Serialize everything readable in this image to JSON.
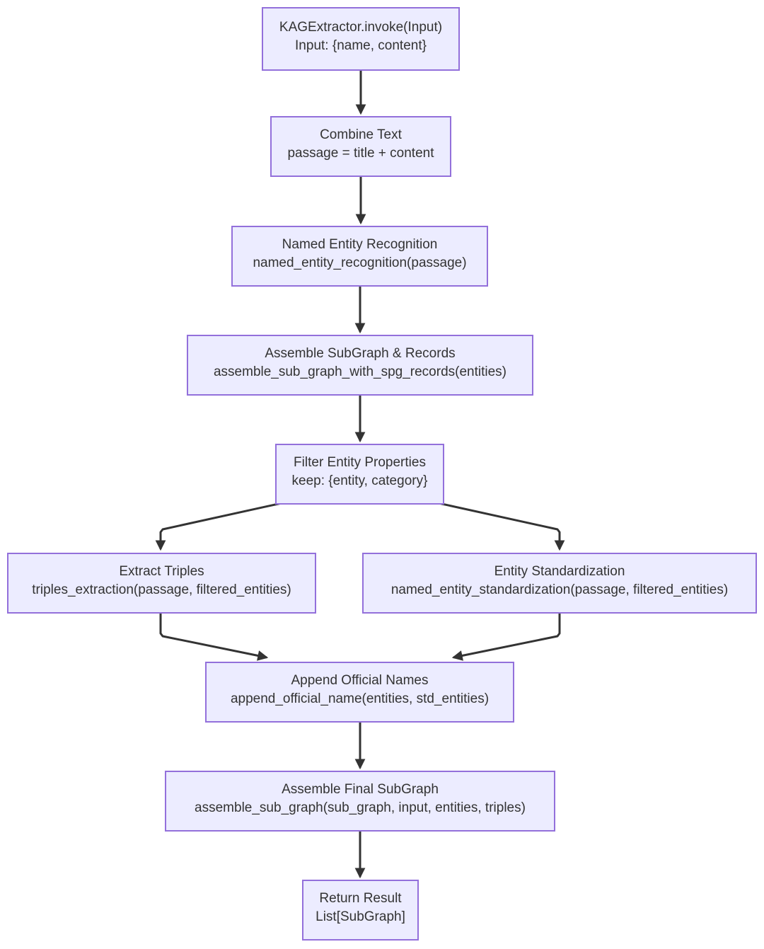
{
  "diagram": {
    "type": "flowchart",
    "direction": "top-down",
    "colors": {
      "background": "#ffffff",
      "node_fill": "#ECECFF",
      "node_border": "#9370DB",
      "node_text": "#333333",
      "edge": "#333333"
    },
    "nodes": [
      {
        "id": "kag-invoke",
        "title": "KAGExtractor.invoke(Input)",
        "subtitle": "Input: {name, content}"
      },
      {
        "id": "combine-text",
        "title": "Combine Text",
        "subtitle": "passage = title + content"
      },
      {
        "id": "named-entity-recognition",
        "title": "Named Entity Recognition",
        "subtitle": "named_entity_recognition(passage)"
      },
      {
        "id": "assemble-subgraph-records",
        "title": "Assemble SubGraph & Records",
        "subtitle": "assemble_sub_graph_with_spg_records(entities)"
      },
      {
        "id": "filter-entity-properties",
        "title": "Filter Entity Properties",
        "subtitle": "keep: {entity, category}"
      },
      {
        "id": "extract-triples",
        "title": "Extract Triples",
        "subtitle": "triples_extraction(passage, filtered_entities)"
      },
      {
        "id": "entity-standardization",
        "title": "Entity Standardization",
        "subtitle": "named_entity_standardization(passage, filtered_entities)"
      },
      {
        "id": "append-official-names",
        "title": "Append Official Names",
        "subtitle": "append_official_name(entities, std_entities)"
      },
      {
        "id": "assemble-final-subgraph",
        "title": "Assemble Final SubGraph",
        "subtitle": "assemble_sub_graph(sub_graph, input, entities, triples)"
      },
      {
        "id": "return-result",
        "title": "Return Result",
        "subtitle": "List[SubGraph]"
      }
    ],
    "edges": [
      {
        "from": "kag-invoke",
        "to": "combine-text"
      },
      {
        "from": "combine-text",
        "to": "named-entity-recognition"
      },
      {
        "from": "named-entity-recognition",
        "to": "assemble-subgraph-records"
      },
      {
        "from": "assemble-subgraph-records",
        "to": "filter-entity-properties"
      },
      {
        "from": "filter-entity-properties",
        "to": "extract-triples"
      },
      {
        "from": "filter-entity-properties",
        "to": "entity-standardization"
      },
      {
        "from": "extract-triples",
        "to": "append-official-names"
      },
      {
        "from": "entity-standardization",
        "to": "append-official-names"
      },
      {
        "from": "append-official-names",
        "to": "assemble-final-subgraph"
      },
      {
        "from": "assemble-final-subgraph",
        "to": "return-result"
      }
    ]
  }
}
